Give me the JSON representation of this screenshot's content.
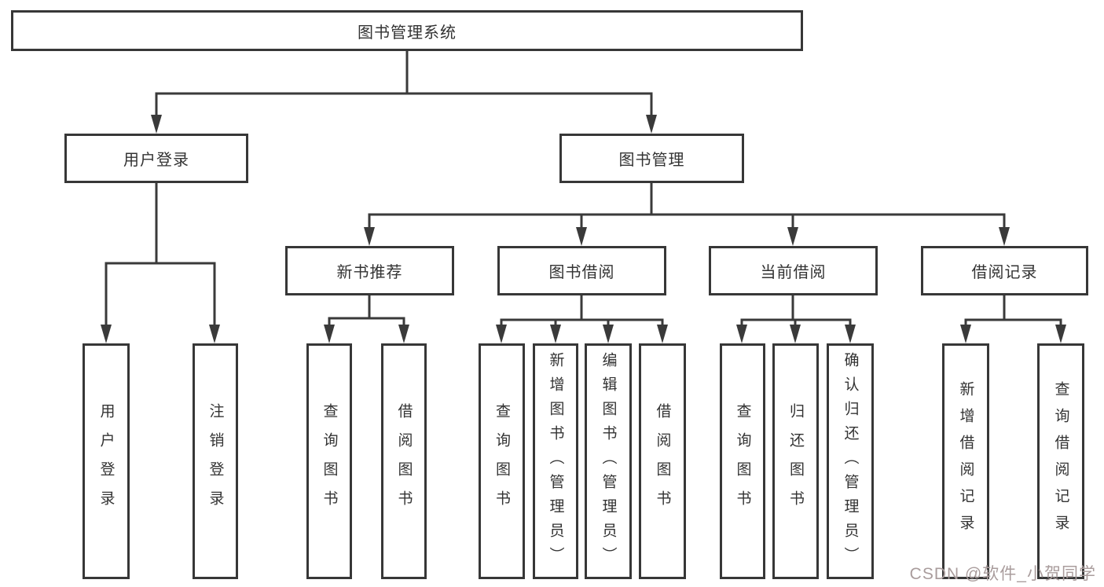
{
  "diagram": {
    "tree": {
      "root": {
        "label": "图书管理系统"
      },
      "children": [
        {
          "label": "用户登录",
          "children": [
            {
              "label": "用户登录"
            },
            {
              "label": "注销登录"
            }
          ]
        },
        {
          "label": "图书管理",
          "children": [
            {
              "label": "新书推荐",
              "children": [
                {
                  "label": "查询图书"
                },
                {
                  "label": "借阅图书"
                }
              ]
            },
            {
              "label": "图书借阅",
              "children": [
                {
                  "label": "查询图书"
                },
                {
                  "label": "新增图书（管理员）"
                },
                {
                  "label": "编辑图书（管理员）"
                },
                {
                  "label": "借阅图书"
                }
              ]
            },
            {
              "label": "当前借阅",
              "children": [
                {
                  "label": "查询图书"
                },
                {
                  "label": "归还图书"
                },
                {
                  "label": "确认归还（管理员）"
                }
              ]
            },
            {
              "label": "借阅记录",
              "children": [
                {
                  "label": "新增借阅记录"
                },
                {
                  "label": "查询借阅记录"
                }
              ]
            }
          ]
        }
      ]
    },
    "colors": {
      "line": "#3a3a3a",
      "box_border": "#373737",
      "text": "#333333",
      "background": "#ffffff",
      "watermark": "#a99c9c"
    },
    "watermark": "CSDN @软件_小贺同学"
  }
}
